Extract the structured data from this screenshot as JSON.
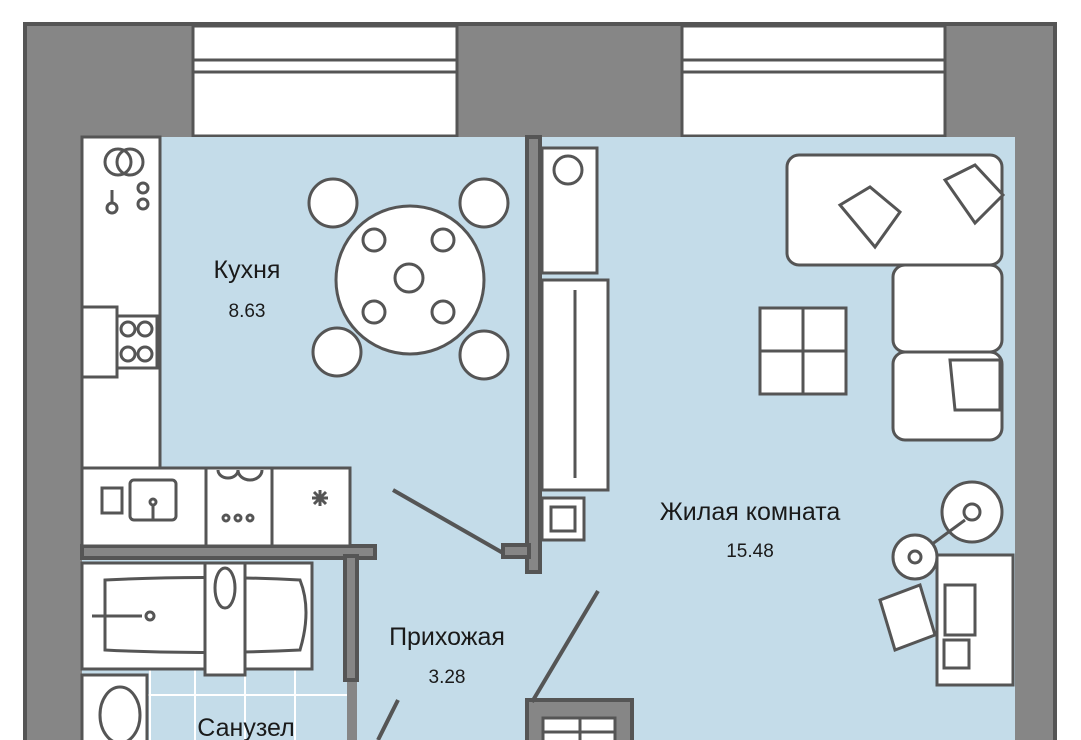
{
  "plan": {
    "rooms": [
      {
        "name": "Кухня",
        "area": "8.63"
      },
      {
        "name": "Жилая комната",
        "area": "15.48"
      },
      {
        "name": "Прихожая",
        "area": "3.28"
      },
      {
        "name": "Санузел",
        "area": ""
      }
    ],
    "colors": {
      "wall": "#868686",
      "outline": "#555555",
      "room": "#c4dce9",
      "furniture": "#ffffff"
    }
  }
}
